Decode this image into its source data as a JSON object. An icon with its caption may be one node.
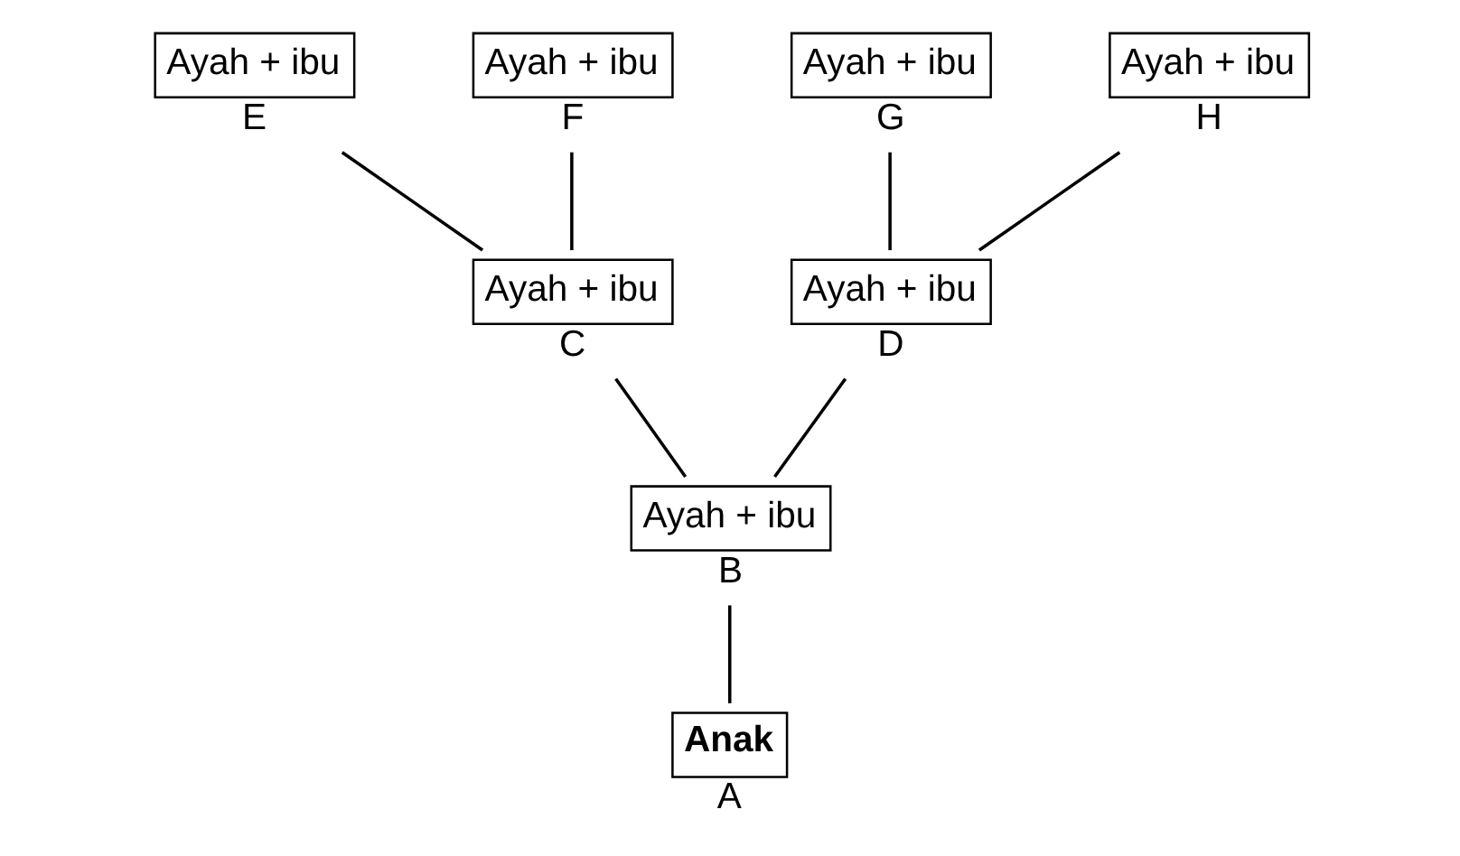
{
  "diagram": {
    "nodes": [
      {
        "text": [
          "Ayah + ibu"
        ],
        "beside": [
          "E"
        ]
      },
      {
        "text": [
          "Ayah + ibu"
        ],
        "beside": [
          "F"
        ]
      },
      {
        "text": [
          "Ayah + ibu"
        ],
        "beside": [
          "G"
        ]
      },
      {
        "text": [
          "Ayah + ibu"
        ],
        "beside": [
          "H"
        ]
      },
      {
        "text": [
          "Ayah + ibu"
        ],
        "beside": [
          "C"
        ]
      },
      {
        "text": [
          "Ayah + ibu"
        ],
        "beside": [
          "D"
        ]
      },
      {
        "text": [
          "Ayah + ibu"
        ],
        "beside": [
          "B"
        ]
      },
      {
        "text": [
          "Anak"
        ],
        "beside": [
          "A"
        ]
      }
    ],
    "edges": [
      {
        "from": 0,
        "to": 4,
        "arrow": "none"
      },
      {
        "from": 1,
        "to": 4,
        "arrow": "none"
      },
      {
        "from": 2,
        "to": 5,
        "arrow": "none"
      },
      {
        "from": 3,
        "to": 5,
        "arrow": "none"
      },
      {
        "from": 4,
        "to": 6,
        "arrow": "none"
      },
      {
        "from": 5,
        "to": 6,
        "arrow": "none"
      },
      {
        "from": 6,
        "to": 7,
        "arrow": "none"
      }
    ]
  }
}
